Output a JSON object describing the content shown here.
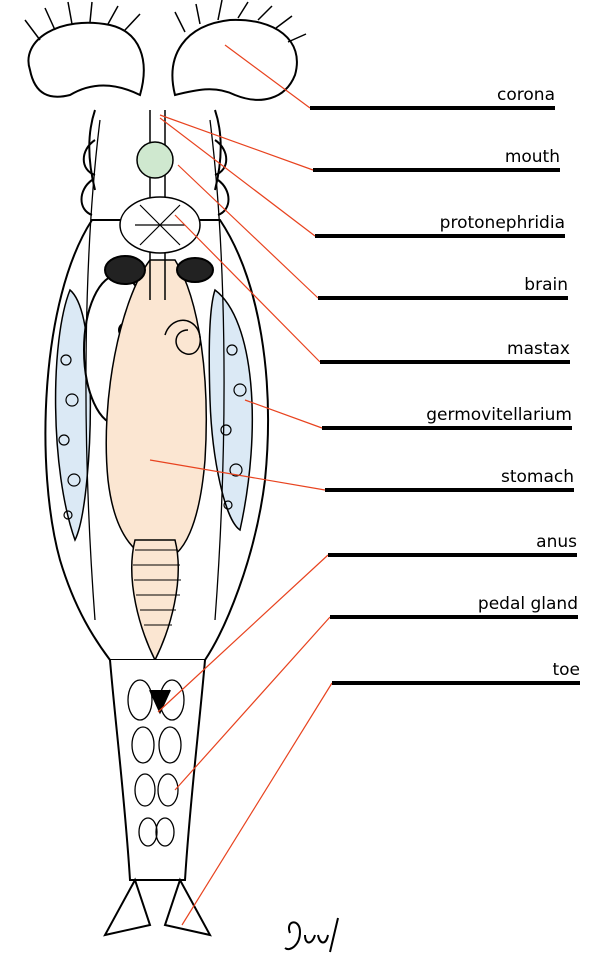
{
  "labels": [
    {
      "id": "corona",
      "text": "corona"
    },
    {
      "id": "mouth",
      "text": "mouth"
    },
    {
      "id": "protonephridia",
      "text": "protonephridia"
    },
    {
      "id": "brain",
      "text": "brain"
    },
    {
      "id": "mastax",
      "text": "mastax"
    },
    {
      "id": "germovitellarium",
      "text": "germovitellarium"
    },
    {
      "id": "stomach",
      "text": "stomach"
    },
    {
      "id": "anus",
      "text": "anus"
    },
    {
      "id": "pedal_gland",
      "text": "pedal gland"
    },
    {
      "id": "toe",
      "text": "toe"
    }
  ],
  "signature": "gw/",
  "colors": {
    "leader_line": "#e8431f",
    "label_bar": "#000000",
    "stomach_fill": "#fbe6d2",
    "germovitellarium_fill": "#dbe9f5",
    "mouth_fill": "#cfe8cf",
    "body_outline": "#000000"
  }
}
